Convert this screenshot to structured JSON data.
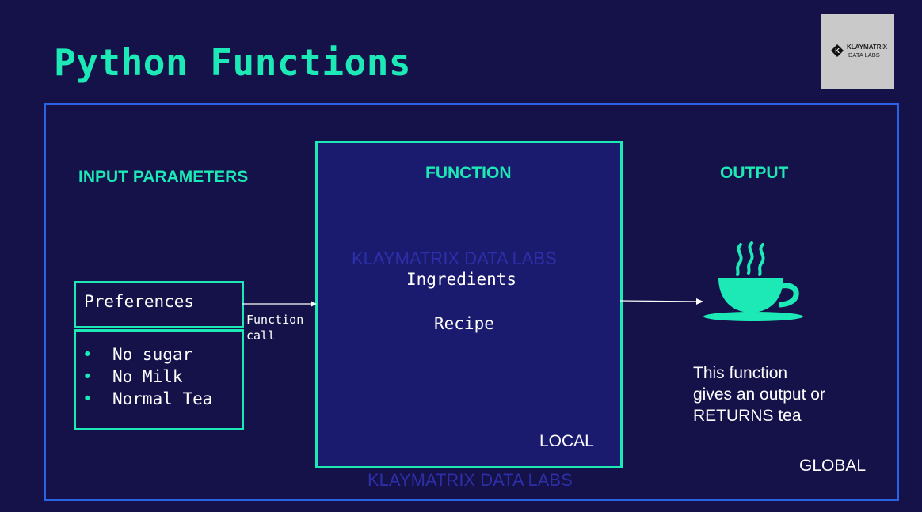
{
  "title": "Python Functions",
  "logo": {
    "line1": "KLAYMATRIX",
    "line2": "DATA LABS"
  },
  "headers": {
    "input": "INPUT PARAMETERS",
    "function": "FUNCTION",
    "output": "OUTPUT"
  },
  "input": {
    "preferences_label": "Preferences",
    "items": [
      "No sugar",
      "No Milk",
      "Normal Tea"
    ]
  },
  "arrow_label": {
    "line1": "Function",
    "line2": "call"
  },
  "function_body": {
    "ingredients": "Ingredients",
    "recipe": "Recipe",
    "scope": "LOCAL"
  },
  "output_text": {
    "line1": "This function",
    "line2": "gives an output or",
    "line3": "RETURNS tea"
  },
  "global_label": "GLOBAL",
  "watermarks": [
    "KLAYMATRIX DATA LABS",
    "KLAYMATRIX DATA LABS"
  ],
  "icons": {
    "output": "teacup-icon",
    "logo": "klaymatrix-logo-icon"
  },
  "colors": {
    "background": "#15124a",
    "accent": "#1de9b6",
    "global_border": "#2a63e6",
    "function_fill": "#1a1a6e"
  }
}
